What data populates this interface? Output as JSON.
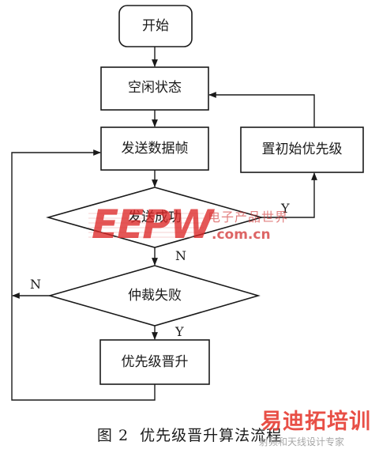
{
  "nodes": {
    "start": "开始",
    "idle": "空闲状态",
    "send_frame": "发送数据帧",
    "reset_priority": "置初始优先级",
    "send_success": "发送成功",
    "arbitration_fail": "仲裁失败",
    "priority_up": "优先级晋升"
  },
  "edges": {
    "success_yes": "Y",
    "success_no": "N",
    "fail_no": "N",
    "fail_yes": "Y"
  },
  "caption": {
    "number": "图 2",
    "title": "优先级晋升算法流程"
  },
  "watermarks": {
    "eepw_logo": "EEPW",
    "eepw_cn": "电子产品世界",
    "eepw_url": ".com.cn",
    "px_logo": "易迪拓培训",
    "px_sub": "射频和天线设计专家"
  }
}
